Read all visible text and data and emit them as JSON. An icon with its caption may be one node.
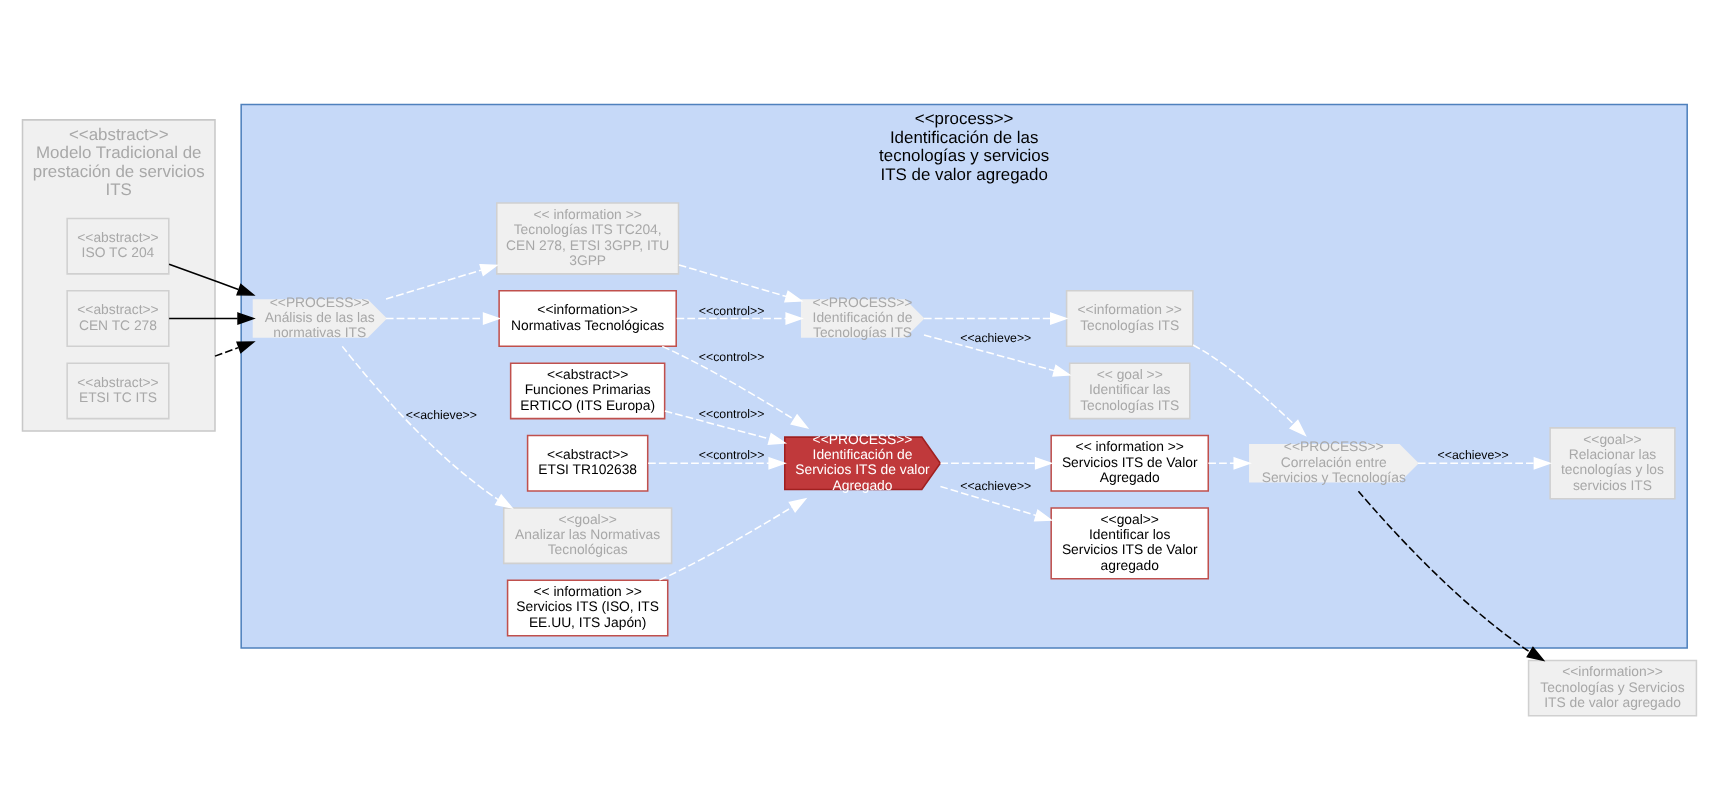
{
  "diagram": {
    "nodes": [
      {
        "text": [
          "<<process>>",
          "Identificación de las tecnologías y servicios ITS de valor agregado"
        ]
      },
      {
        "text": [
          "<<goal>>",
          "Analizar las Normativas Tecnológicas"
        ],
        "in": 0
      },
      {
        "text": [
          "<<information>>",
          "Normativas Tecnológicas"
        ],
        "in": 0
      },
      {
        "text": [
          "<<abstract>>",
          "Funciones Primarias ERTICO (ITS Europa)"
        ],
        "in": 0
      },
      {
        "text": [
          "<<abstract>>",
          "ETSI TR102638"
        ],
        "in": 0
      },
      {
        "text": [
          "<<goal>>",
          "Identificar los Servicios ITS de Valor agregado"
        ],
        "in": 0
      },
      {
        "text": [
          "<<goal>>",
          "Relacionar las tecnologías y los servicios ITS"
        ],
        "in": 0
      },
      {
        "text": [
          "<<abstract>>",
          "Modelo Tradicional de prestación de servicios ITS"
        ]
      },
      {
        "text": [
          "<<abstract>>",
          "ISO TC 204"
        ],
        "in": 7
      },
      {
        "text": [
          "<<abstract>>",
          "CEN TC 278"
        ],
        "in": 7
      },
      {
        "text": [
          "<<abstract>>",
          "ETSI TC ITS"
        ],
        "in": 7
      },
      {
        "text": [
          "<<PROCESS>>",
          "Análisis de las las normativas ITS"
        ],
        "in": 0
      },
      {
        "text": [
          "<< information >>",
          "Servicios ITS (ISO, ITS EE.UU, ITS Japón)"
        ],
        "in": 0
      },
      {
        "text": [
          "<<PROCESS>>",
          "Identificación de Servicios ITS de valor Agregado"
        ],
        "in": 0
      },
      {
        "text": [
          "<< information >>",
          "Servicios ITS de Valor Agregado"
        ],
        "in": 0
      },
      {
        "text": [
          "<<PROCESS>>",
          "Correlación entre Servicios y Tecnologías"
        ],
        "in": 0
      },
      {
        "text": [
          "<<information>>",
          "Tecnologías y Servicios ITS de valor agregado"
        ]
      },
      {
        "text": [
          "<< information >>",
          "Tecnologías ITS TC204, CEN 278, ETSI 3GPP, ITU 3GPP"
        ],
        "in": 0
      },
      {
        "text": [
          "<< goal >>",
          "Identificar las Tecnologías ITS"
        ],
        "in": 0
      },
      {
        "text": [
          "<<PROCESS>>",
          "Identificación de Tecnologías ITS"
        ],
        "in": 0
      },
      {
        "text": [
          "<<information >>",
          "Tecnologías ITS"
        ],
        "in": 0
      }
    ],
    "edges": [
      {
        "from": 7,
        "to": 11,
        "arrow": "to",
        "style": "dashed",
        "color": "#000000"
      },
      {
        "from": 8,
        "to": 11,
        "arrow": "to",
        "color": "#000000"
      },
      {
        "from": 9,
        "to": 11,
        "arrow": "to",
        "color": "#000000"
      },
      {
        "from": 11,
        "to": 1,
        "arrow": "to",
        "style": "dashed",
        "label": "<<achieve>>"
      },
      {
        "from": 11,
        "to": 2,
        "arrow": "to",
        "style": "dashed"
      },
      {
        "from": 11,
        "to": 17,
        "arrow": "to",
        "style": "dashed"
      },
      {
        "from": 2,
        "to": 13,
        "arrow": "to",
        "style": "dashed",
        "label": "<<control>>"
      },
      {
        "from": 3,
        "to": 13,
        "arrow": "to",
        "style": "dashed",
        "label": "<<control>>"
      },
      {
        "from": 4,
        "to": 13,
        "arrow": "to",
        "style": "dashed",
        "label": "<<control>>"
      },
      {
        "from": 2,
        "to": 19,
        "arrow": "to",
        "style": "dashed",
        "label": "<<control>>"
      },
      {
        "from": 12,
        "to": 13,
        "arrow": "to",
        "style": "dashed"
      },
      {
        "from": 13,
        "to": 5,
        "arrow": "to",
        "style": "dashed",
        "label": "<<achieve>>"
      },
      {
        "from": 13,
        "to": 14,
        "arrow": "to",
        "style": "dashed"
      },
      {
        "from": 14,
        "to": 15,
        "arrow": "to",
        "style": "dashed"
      },
      {
        "from": 17,
        "to": 19,
        "arrow": "to",
        "style": "dashed"
      },
      {
        "from": 19,
        "to": 18,
        "arrow": "to",
        "style": "dashed",
        "label": "<<achieve>>"
      },
      {
        "from": 19,
        "to": 20,
        "arrow": "to",
        "style": "dashed"
      },
      {
        "from": 20,
        "to": 15,
        "arrow": "to",
        "style": "dashed"
      },
      {
        "from": 15,
        "to": 6,
        "arrow": "to",
        "style": "dashed",
        "label": "<<achieve>>"
      },
      {
        "from": 15,
        "to": 16,
        "arrow": "to",
        "style": "dashed",
        "color": "#000000"
      }
    ]
  }
}
